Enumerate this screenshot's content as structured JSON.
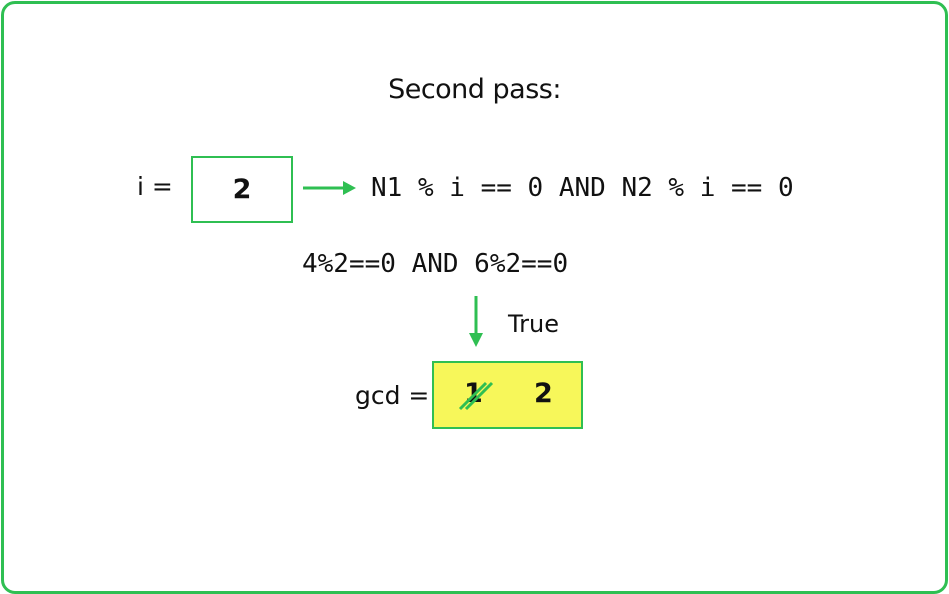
{
  "title": "Second pass:",
  "i_label": "i =",
  "i_value": "2",
  "condition": "N1 % i == 0 AND N2 % i == 0",
  "evaluation": "4%2==0 AND 6%2==0",
  "result_label": "True",
  "gcd_label": "gcd =",
  "gcd_old_value": "1",
  "gcd_new_value": "2",
  "colors": {
    "accent_green": "#2fbf52",
    "highlight_yellow": "#f7f75a"
  }
}
